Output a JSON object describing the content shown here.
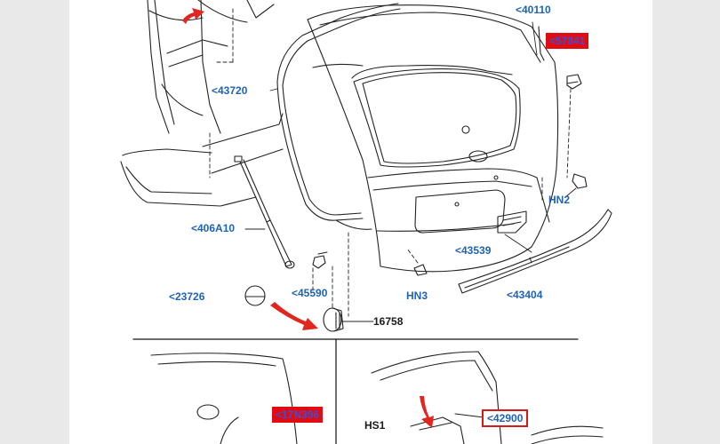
{
  "labels": {
    "l40110": "<40110",
    "l57841": "<57841",
    "l43720": "<43720",
    "lHN2": "HN2",
    "l406A10": "<406A10",
    "l43539": "<43539",
    "lHN3": "HN3",
    "l43404": "<43404",
    "l45590": "<45590",
    "l23726": "<23726",
    "l16758": "16758",
    "l17N396": "<17N396",
    "lHS1": "HS1",
    "l42900": "<42900"
  },
  "colors": {
    "label_blue": "#1f63b5",
    "highlight_red": "#e10b12",
    "arrow_red": "#e0261e",
    "line": "#222222"
  }
}
